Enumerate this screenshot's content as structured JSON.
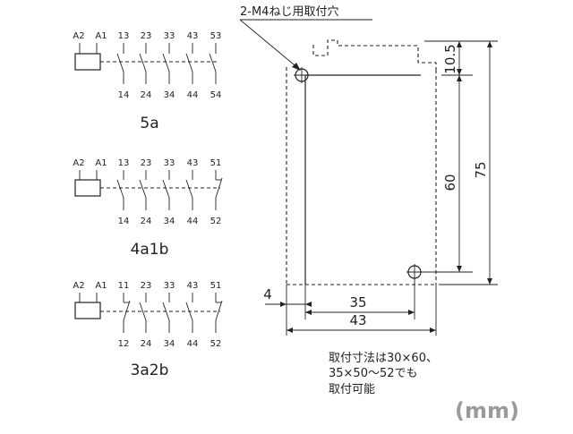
{
  "circuits": [
    {
      "caption": "5a",
      "top": [
        "A2",
        "A1",
        "13",
        "23",
        "33",
        "43",
        "53"
      ],
      "bottom": [
        "14",
        "24",
        "34",
        "44",
        "54"
      ],
      "contacts": [
        "a",
        "a",
        "a",
        "a",
        "a"
      ]
    },
    {
      "caption": "4a1b",
      "top": [
        "A2",
        "A1",
        "13",
        "23",
        "33",
        "43",
        "51"
      ],
      "bottom": [
        "14",
        "24",
        "34",
        "44",
        "52"
      ],
      "contacts": [
        "a",
        "a",
        "a",
        "a",
        "b"
      ]
    },
    {
      "caption": "3a2b",
      "top": [
        "A2",
        "A1",
        "11",
        "23",
        "33",
        "43",
        "51"
      ],
      "bottom": [
        "12",
        "24",
        "34",
        "44",
        "52"
      ],
      "contacts": [
        "b",
        "a",
        "a",
        "a",
        "b"
      ]
    }
  ],
  "drawing": {
    "callout": "2-M4ねじ用取付穴",
    "dims": {
      "top_margin": "10.5",
      "hole_pitch_v": "60",
      "height": "75",
      "offset": "4",
      "hole_pitch_h": "35",
      "width": "43"
    },
    "note": [
      "取付寸法は30×60、",
      "35×50〜52でも",
      "取付可能"
    ],
    "unit": "(mm)"
  }
}
